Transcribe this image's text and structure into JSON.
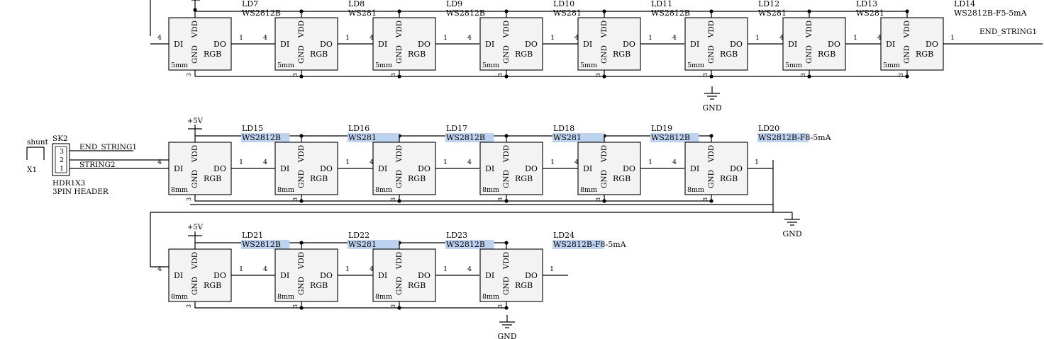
{
  "colors": {
    "wire": "#000000",
    "part_fill": "#f3f3f3",
    "selection_highlight": "#bcd2ee",
    "background": "#ffffff"
  },
  "pins": {
    "di": "DI",
    "do": "DO",
    "vdd": "VDD",
    "gnd": "GND",
    "rgb": "RGB",
    "num_1": "1",
    "num_3": "3",
    "num_4": "4"
  },
  "nets": {
    "gnd": "GND",
    "vcc": "+5V",
    "end_string1": "END_STRING1",
    "string2": "STRING2"
  },
  "connector": {
    "ref": "SK2",
    "value": "HDR1X3",
    "description": "3PIN HEADER",
    "pin_numbers": [
      "3",
      "2",
      "1"
    ]
  },
  "shunt": {
    "ref": "X1",
    "value": "shunt"
  },
  "rows": [
    {
      "leds": [
        {
          "ref": "LD7",
          "value": "WS2812B",
          "size": "5mm",
          "highlight": false
        },
        {
          "ref": "LD8",
          "value": "WS281",
          "size": "5mm",
          "highlight": false
        },
        {
          "ref": "LD9",
          "value": "WS2812B",
          "size": "5mm",
          "highlight": false
        },
        {
          "ref": "LD10",
          "value": "WS281",
          "size": "5mm",
          "highlight": false
        },
        {
          "ref": "LD11",
          "value": "WS2812B",
          "size": "5mm",
          "highlight": false
        },
        {
          "ref": "LD12",
          "value": "WS281",
          "size": "5mm",
          "highlight": false
        },
        {
          "ref": "LD13",
          "value": "WS281",
          "size": "5mm",
          "highlight": false
        }
      ],
      "end": {
        "ref": "LD14",
        "value": "WS2812B-F5-5mA",
        "size": "5mm"
      }
    },
    {
      "leds": [
        {
          "ref": "LD15",
          "value": "WS2812B",
          "size": "8mm",
          "highlight": true
        },
        {
          "ref": "LD16",
          "value": "WS281",
          "size": "8mm",
          "highlight": true
        },
        {
          "ref": "LD17",
          "value": "WS2812B",
          "size": "8mm",
          "highlight": true
        },
        {
          "ref": "LD18",
          "value": "WS281",
          "size": "8mm",
          "highlight": true
        },
        {
          "ref": "LD19",
          "value": "WS2812B",
          "size": "8mm",
          "highlight": true
        }
      ],
      "end": {
        "ref": "LD20",
        "value": "WS2812B-F8-5mA",
        "size": "8mm"
      }
    },
    {
      "leds": [
        {
          "ref": "LD21",
          "value": "WS2812B",
          "size": "8mm",
          "highlight": true
        },
        {
          "ref": "LD22",
          "value": "WS281",
          "size": "8mm",
          "highlight": true
        },
        {
          "ref": "LD23",
          "value": "WS2812B",
          "size": "8mm",
          "highlight": true
        }
      ],
      "end": {
        "ref": "LD24",
        "value": "WS2812B-F8-5mA",
        "size": "8mm"
      }
    }
  ]
}
